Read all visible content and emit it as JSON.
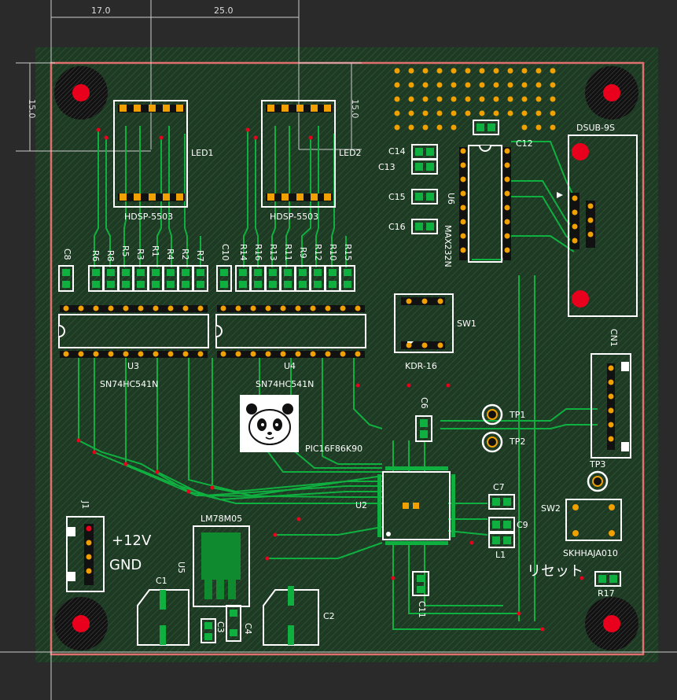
{
  "dimensions": {
    "d1": "17.0",
    "d2": "25.0",
    "d3": "15.0",
    "d4": "15.0"
  },
  "labels": {
    "led1": "LED1",
    "led2": "LED2",
    "hdsp1": "HDSP-5503",
    "hdsp2": "HDSP-5503",
    "c8": "C8",
    "c10": "C10",
    "r6": "R6",
    "r8": "R8",
    "r5": "R5",
    "r3": "R3",
    "r1": "R1",
    "r4": "R4",
    "r2": "R2",
    "r7": "R7",
    "r14": "R14",
    "r16": "R16",
    "r13": "R13",
    "r11": "R11",
    "r9": "R9",
    "r12": "R12",
    "r10": "R10",
    "r15": "R15",
    "u3": "U3",
    "u4": "U4",
    "sn1": "SN74HC541N",
    "sn2": "SN74HC541N",
    "c14": "C14",
    "c13": "C13",
    "c15": "C15",
    "c16": "C16",
    "u6": "U6",
    "max": "MAX232N",
    "c12": "C12",
    "dsub": "DSUB-9S",
    "cn1": "CN1",
    "sw1": "SW1",
    "kdr": "KDR-16",
    "c6": "C6",
    "tp1": "TP1",
    "tp2": "TP2",
    "tp3": "TP3",
    "pic": "PIC16F86K90",
    "u2": "U2",
    "c7": "C7",
    "c9": "C9",
    "l1": "L1",
    "sw2": "SW2",
    "skh": "SKHHAJA010",
    "reset": "リセット",
    "r17": "R17",
    "j1": "J1",
    "v12": "+12V",
    "gnd": "GND",
    "lm": "LM78M05",
    "u5": "U5",
    "c1": "C1",
    "c3": "C3",
    "c4": "C4",
    "c2": "C2",
    "c11": "C11"
  },
  "colors": {
    "background": "#2a2a2a",
    "board": "#1e3322",
    "copper": "#0f8a2e",
    "trace": "#10b040",
    "outline": "#e07070",
    "silk": "#ffffff",
    "drill": "#e8001c",
    "pad": "#f0a000"
  },
  "logo": {
    "icon": "panda-icon"
  }
}
